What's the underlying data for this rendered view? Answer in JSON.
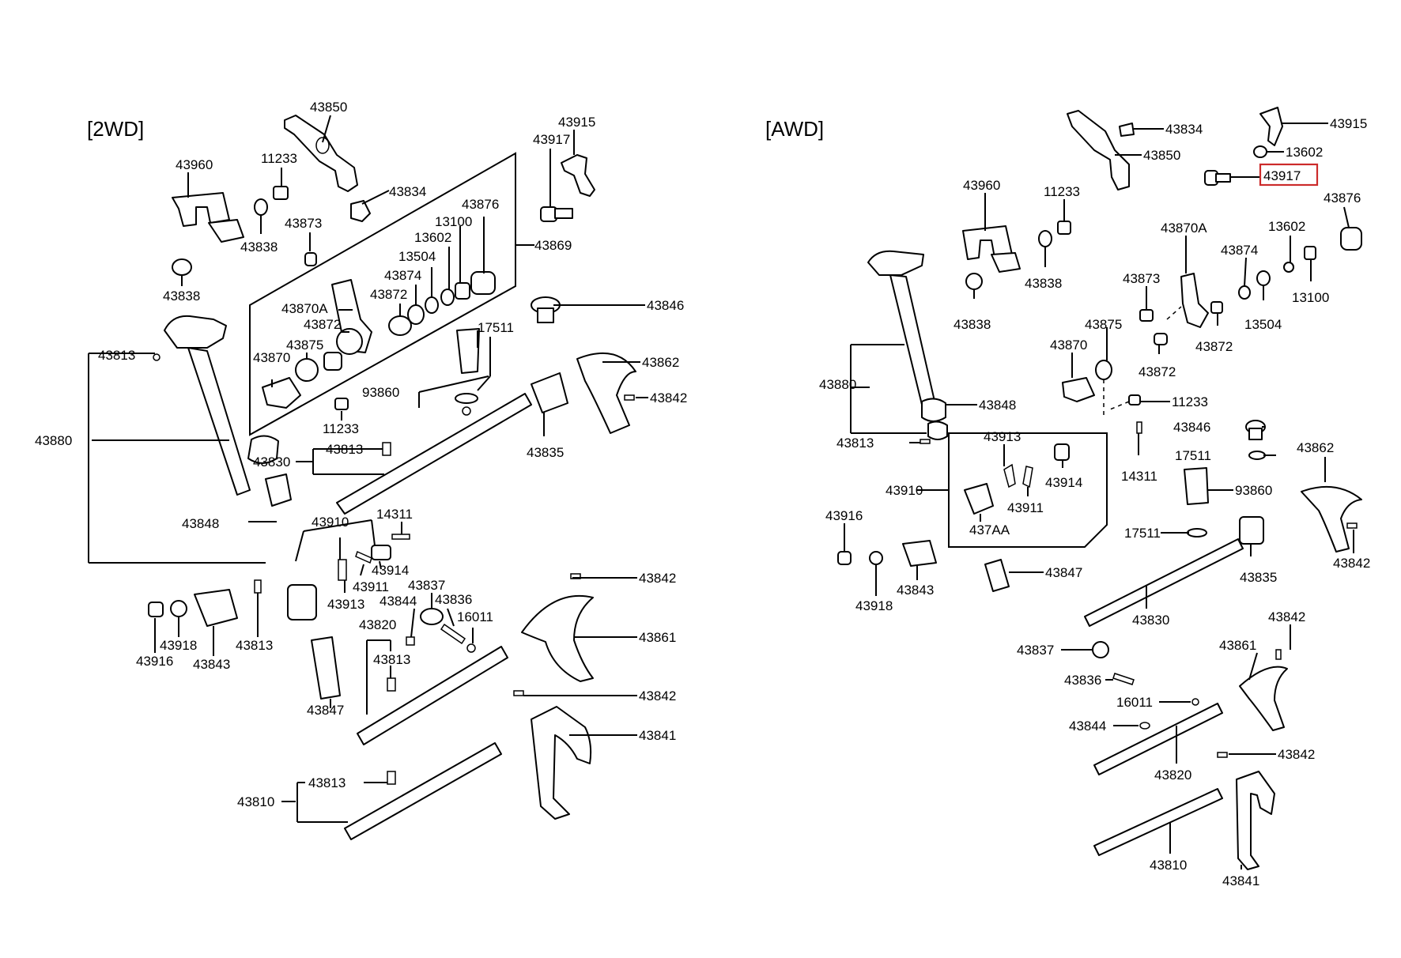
{
  "sections": {
    "left_title": "[2WD]",
    "right_title": "[AWD]"
  },
  "labels": {
    "L_43850": "43850",
    "L_43915": "43915",
    "L_43917": "43917",
    "L_43960": "43960",
    "L_11233a": "11233",
    "L_43834": "43834",
    "L_43873": "43873",
    "L_43876": "43876",
    "L_13100": "13100",
    "L_43869": "43869",
    "L_43838a": "43838",
    "L_13602": "13602",
    "L_13504": "13504",
    "L_43874": "43874",
    "L_43838b": "43838",
    "L_43872a": "43872",
    "L_43870A": "43870A",
    "L_43872b": "43872",
    "L_43846": "43846",
    "L_17511": "17511",
    "L_43875": "43875",
    "L_43870": "43870",
    "L_43813a": "43813",
    "L_43862": "43862",
    "L_43842a": "43842",
    "L_93860": "93860",
    "L_11233b": "11233",
    "L_43835": "43835",
    "L_43880": "43880",
    "L_43813b": "43813",
    "L_43830": "43830",
    "L_43848": "43848",
    "L_43910": "43910",
    "L_14311": "14311",
    "L_43914": "43914",
    "L_43911": "43911",
    "L_43913": "43913",
    "L_43842b": "43842",
    "L_43837": "43837",
    "L_43844": "43844",
    "L_43836": "43836",
    "L_16011": "16011",
    "L_43918": "43918",
    "L_43916": "43916",
    "L_43843": "43843",
    "L_43813c": "43813",
    "L_43820": "43820",
    "L_43813d": "43813",
    "L_43861": "43861",
    "L_43847": "43847",
    "L_43842c": "43842",
    "L_43841": "43841",
    "L_43813e": "43813",
    "L_43810": "43810",
    "R_43834": "43834",
    "R_43915": "43915",
    "R_43850": "43850",
    "R_13602a": "13602",
    "R_43917": "43917",
    "R_43960": "43960",
    "R_11233a": "11233",
    "R_43876": "43876",
    "R_43870A": "43870A",
    "R_13602b": "13602",
    "R_43874": "43874",
    "R_43838a": "43838",
    "R_43873": "43873",
    "R_13100": "13100",
    "R_43838b": "43838",
    "R_43872a": "43872",
    "R_43875": "43875",
    "R_13504": "13504",
    "R_43870": "43870",
    "R_43872b": "43872",
    "R_43880": "43880",
    "R_43848": "43848",
    "R_11233b": "11233",
    "R_43913": "43913",
    "R_43846": "43846",
    "R_43813": "43813",
    "R_17511a": "17511",
    "R_43862": "43862",
    "R_43910": "43910",
    "R_43914": "43914",
    "R_14311": "14311",
    "R_93860": "93860",
    "R_43911": "43911",
    "R_437AA": "437AA",
    "R_43916": "43916",
    "R_17511b": "17511",
    "R_43842a": "43842",
    "R_43843": "43843",
    "R_43847": "43847",
    "R_43835": "43835",
    "R_43918": "43918",
    "R_43830": "43830",
    "R_43842b": "43842",
    "R_43837": "43837",
    "R_43861": "43861",
    "R_43836": "43836",
    "R_16011": "16011",
    "R_43844": "43844",
    "R_43842c": "43842",
    "R_43820": "43820",
    "R_43810": "43810",
    "R_43841": "43841"
  },
  "highlight": {
    "part_number": "43917",
    "color": "#cc2b2b"
  }
}
